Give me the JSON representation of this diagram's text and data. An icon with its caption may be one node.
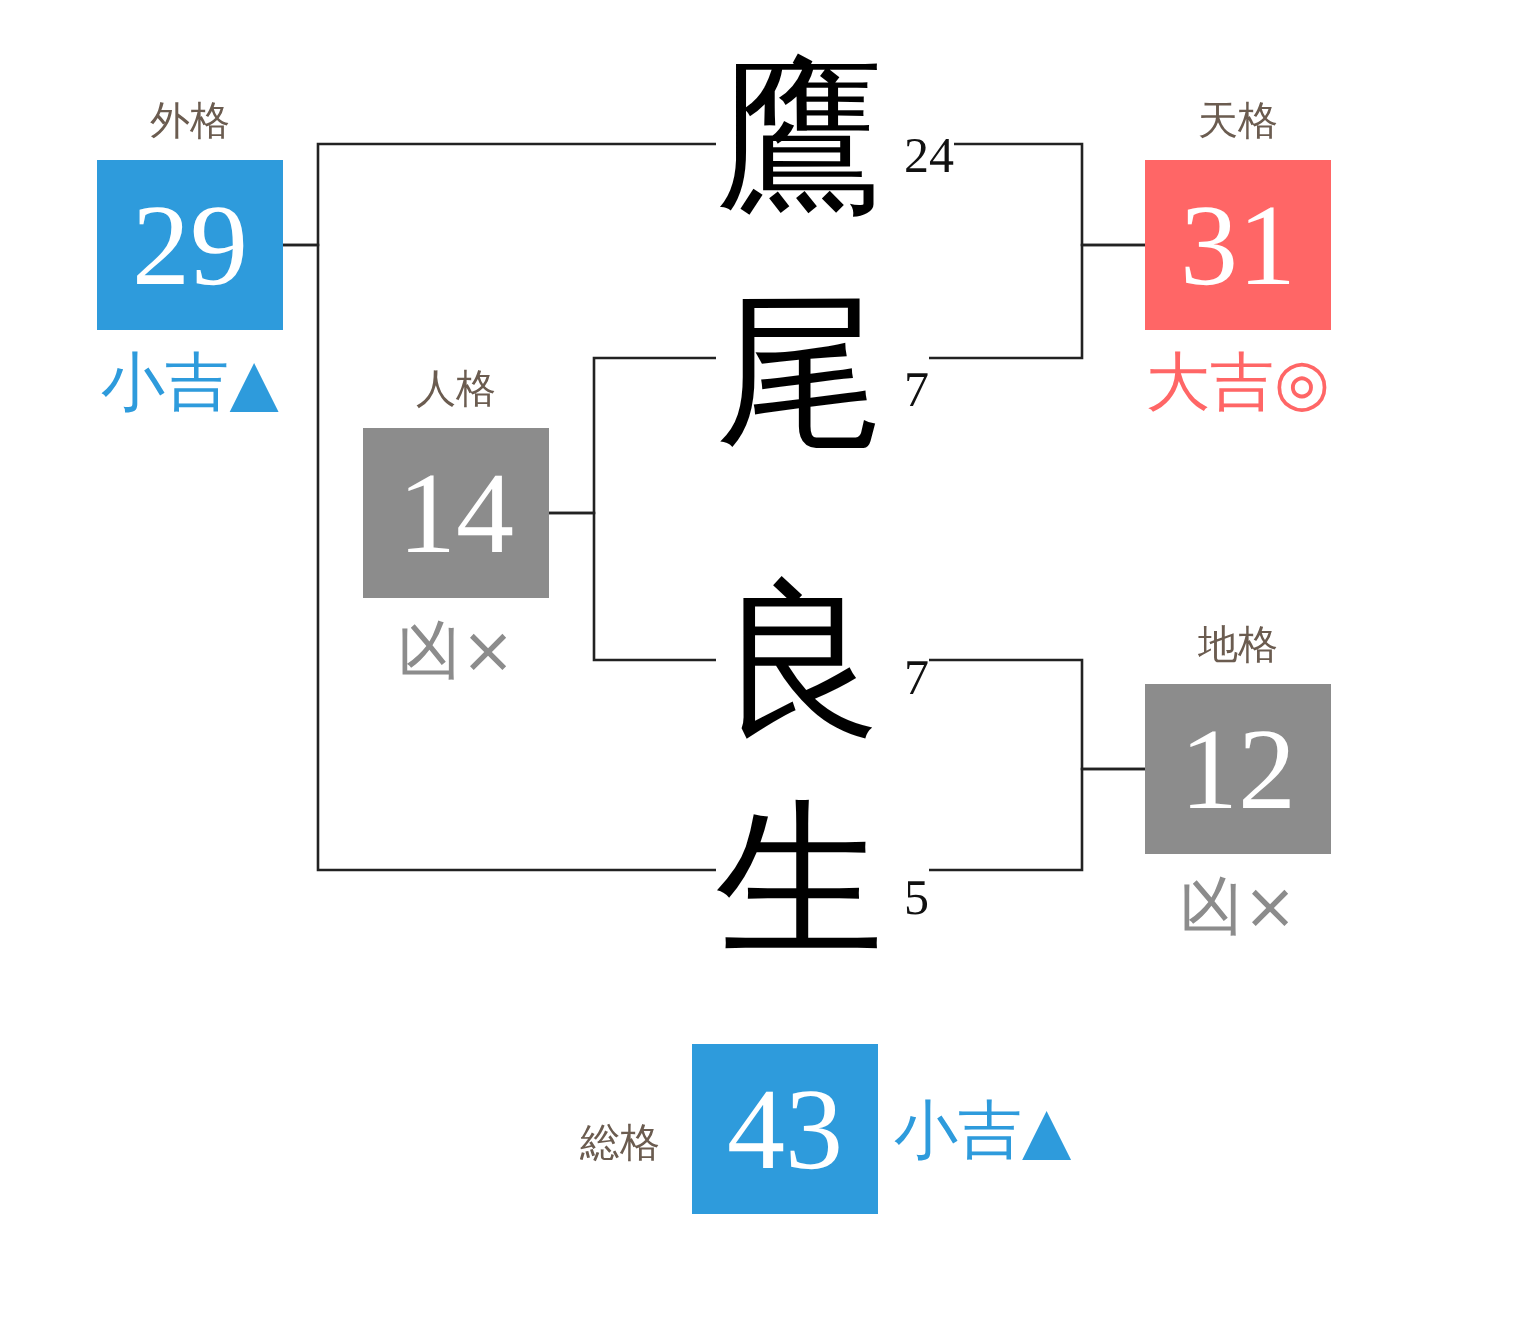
{
  "diagram": {
    "nodes": [
      {
        "text": [
          "外格",
          "29"
        ],
        "beside": [
          "小吉▲"
        ]
      },
      {
        "text": [
          "鷹"
        ],
        "beside": [
          "24"
        ]
      },
      {
        "text": [
          "天格",
          "31"
        ],
        "beside": [
          "大吉◎"
        ]
      },
      {
        "text": [
          "人格",
          "14"
        ],
        "beside": [
          "凶×"
        ]
      },
      {
        "text": [
          "尾"
        ],
        "beside": [
          "7"
        ]
      },
      {
        "text": [
          "良"
        ],
        "beside": [
          "7"
        ]
      },
      {
        "text": [
          "地格",
          "12"
        ],
        "beside": [
          "凶×"
        ]
      },
      {
        "text": [
          "生"
        ],
        "beside": [
          "5"
        ]
      },
      {
        "text": [
          "総格",
          "43"
        ],
        "beside": [
          "小吉▲"
        ]
      }
    ],
    "edges": [
      {
        "from": 0,
        "to": 1,
        "arrow": "none"
      },
      {
        "from": 0,
        "to": 7,
        "arrow": "none"
      },
      {
        "from": 3,
        "to": 4,
        "arrow": "none"
      },
      {
        "from": 3,
        "to": 5,
        "arrow": "none"
      },
      {
        "from": 1,
        "to": 2,
        "arrow": "none"
      },
      {
        "from": 4,
        "to": 2,
        "arrow": "none"
      },
      {
        "from": 5,
        "to": 6,
        "arrow": "none"
      },
      {
        "from": 7,
        "to": 6,
        "arrow": "none"
      }
    ]
  }
}
